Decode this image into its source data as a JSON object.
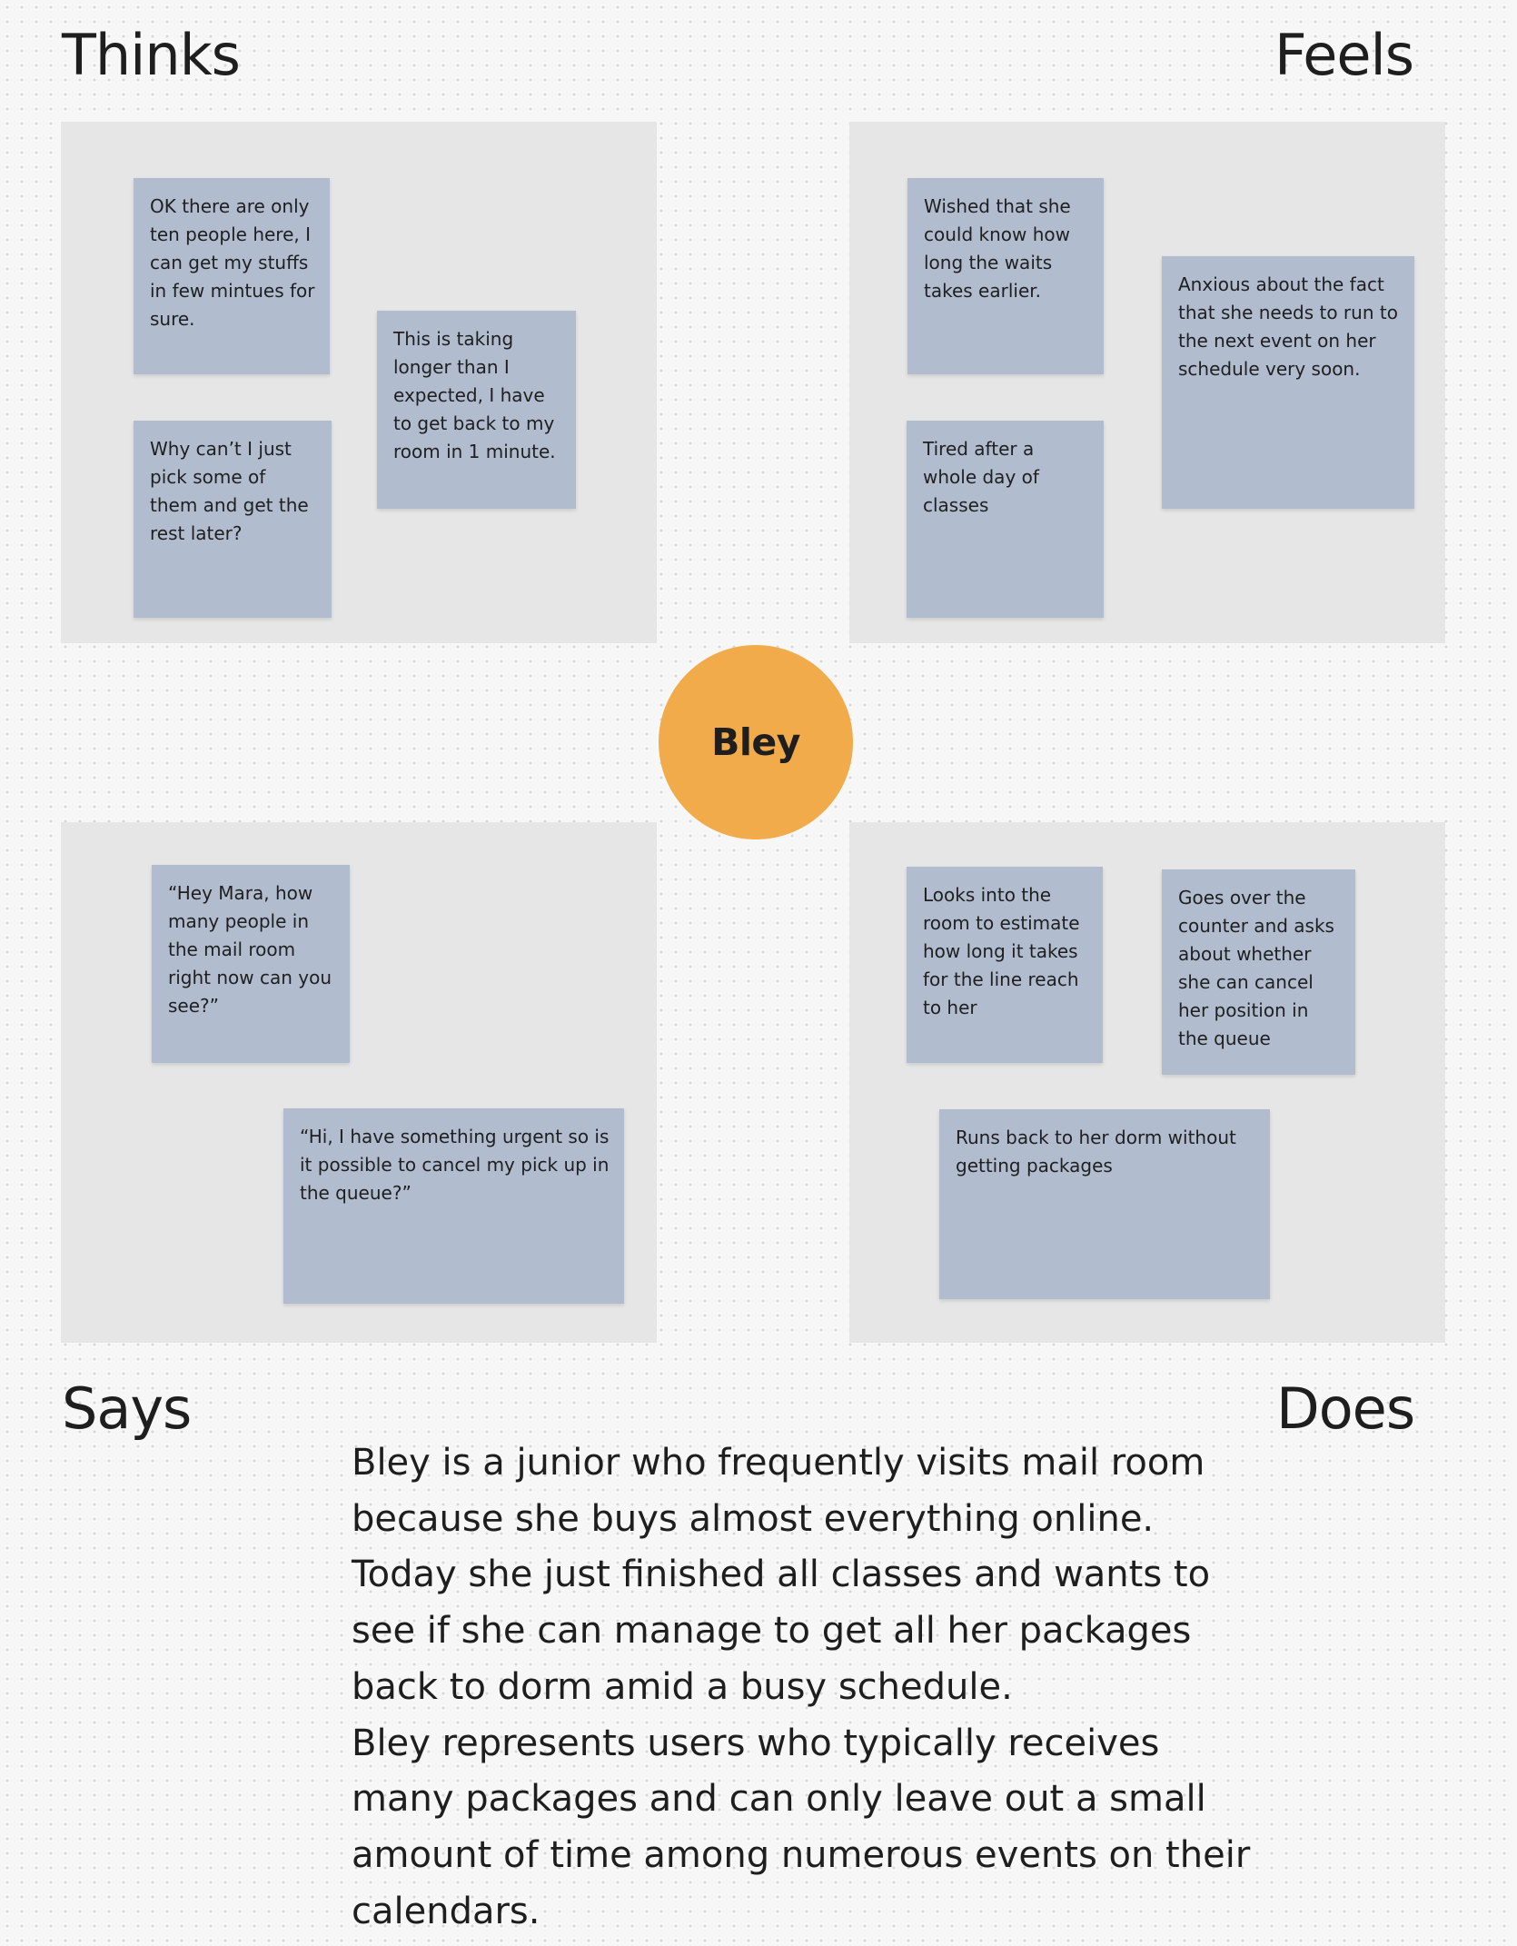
{
  "quadrants": {
    "thinks": {
      "label": "Thinks",
      "notes": [
        "OK there are only ten people here, I can get my stuffs in few mintues for sure.",
        "This is taking longer than I expected, I have to get back to my room in 1 minute.",
        "Why can’t I just pick some of them and get the rest later?"
      ]
    },
    "feels": {
      "label": "Feels",
      "notes": [
        "Wished that she could know how long the waits takes earlier.",
        "Anxious about the fact that she needs to run to the next event on her schedule very soon.",
        "Tired after a whole day of classes"
      ]
    },
    "says": {
      "label": "Says",
      "notes": [
        "“Hey Mara, how many people in the mail room right now can you see?”",
        "“Hi, I have something urgent so is it possible to cancel my pick up in the queue?”"
      ]
    },
    "does": {
      "label": "Does",
      "notes": [
        "Looks into the room to estimate how long it takes for the line reach to her",
        "Goes over the counter and asks about whether she can cancel her position in the queue",
        "Runs back to her dorm without getting packages"
      ]
    }
  },
  "persona": {
    "name": "Bley",
    "color": "#f2ab4a"
  },
  "description": {
    "paragraph_1": "Bley is a junior who frequently visits mail room because she buys almost everything online. Today she just finished all classes and wants to see if she can manage to get all her packages back to dorm amid a busy schedule.",
    "paragraph_2": "Bley represents users who typically receives many packages and can only leave out a small amount of time among numerous events on their calendars."
  },
  "colors": {
    "background": "#f7f7f7",
    "panel": "#e6e6e6",
    "sticky_note": "#b1bdcf",
    "persona": "#f2ab4a"
  }
}
